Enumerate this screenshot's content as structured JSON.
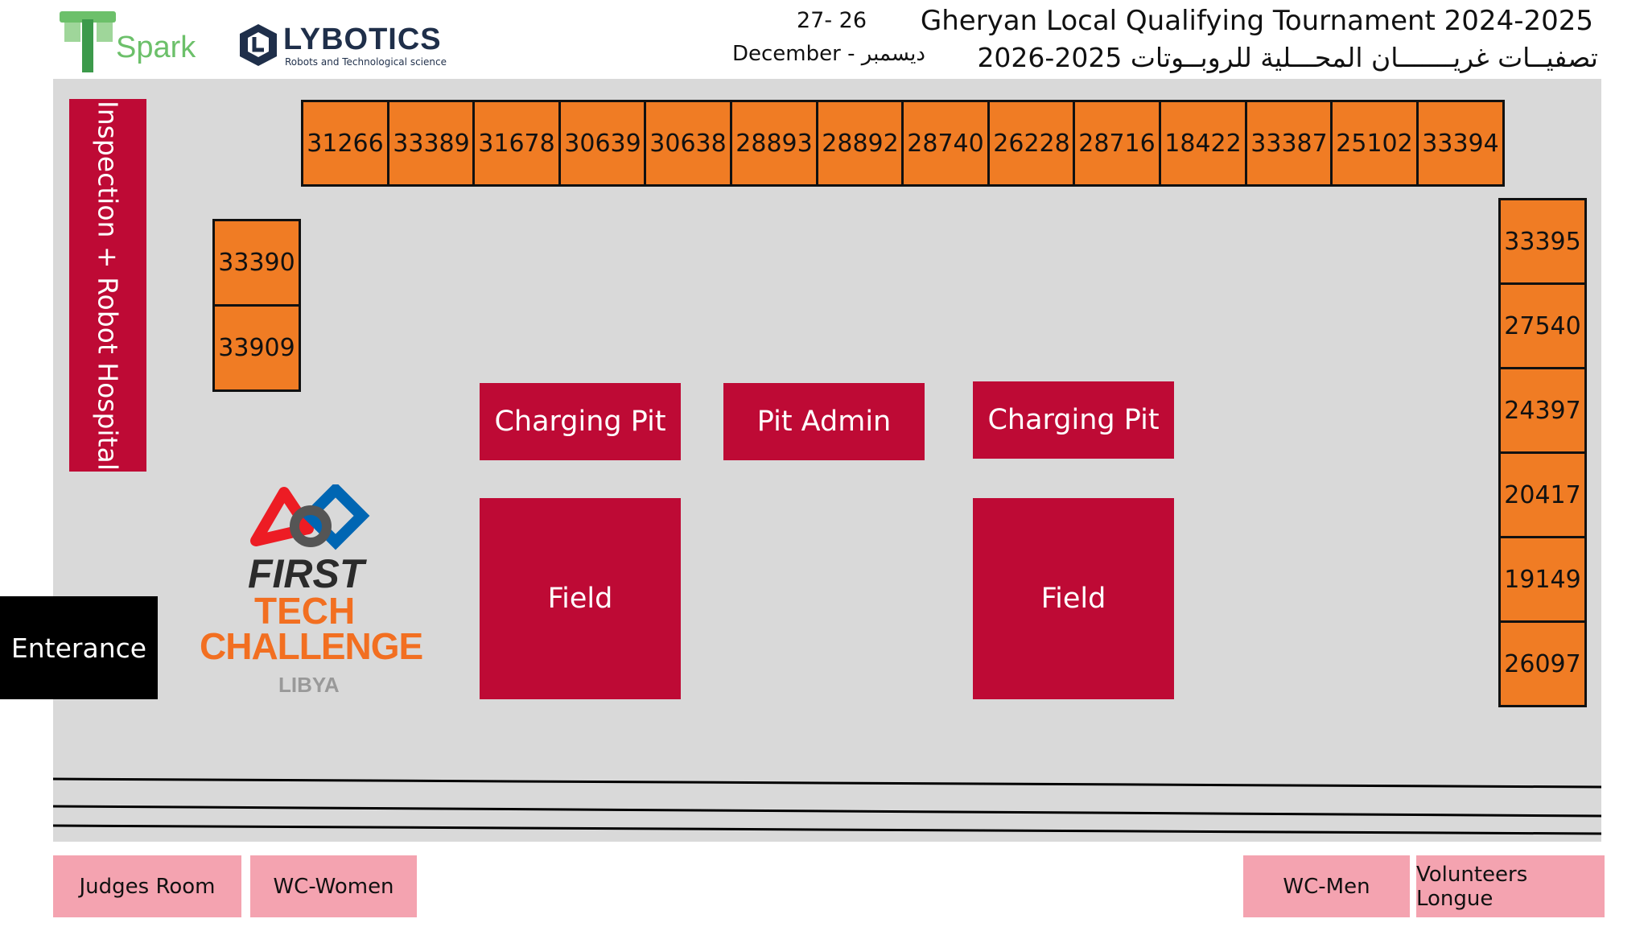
{
  "header": {
    "spark_label": "Spark",
    "lybotics_name": "LYBOTICS",
    "lybotics_tagline": "Robots and Technological science",
    "date_days": "27- 26",
    "date_month": "December - ديسمبر",
    "title_en": "Gheryan Local  Qualifying Tournament 2024-2025",
    "title_ar": "تصفيــات غريـــــــان المحـــلية للروبــوتات 2025-2026"
  },
  "top_row_teams": [
    "31266",
    "33389",
    "31678",
    "30639",
    "30638",
    "28893",
    "28892",
    "28740",
    "26228",
    "28716",
    "18422",
    "33387",
    "25102",
    "33394"
  ],
  "left_teams": [
    "33390",
    "33909"
  ],
  "right_teams": [
    "33395",
    "27540",
    "24397",
    "20417",
    "19149",
    "26097"
  ],
  "areas": {
    "inspection": "Inspection + Robot Hospital",
    "charging_pit_left": "Charging Pit",
    "pit_admin": "Pit Admin",
    "charging_pit_right": "Charging Pit",
    "field_left": "Field",
    "field_right": "Field",
    "entrance": "Enterance"
  },
  "ftc_logo": {
    "line1": "FIRST",
    "line2": "TECH",
    "line3": "CHALLENGE",
    "line4": "LIBYA"
  },
  "rooms": {
    "judges": "Judges Room",
    "wc_women": "WC-Women",
    "wc_men": "WC-Men",
    "volunteers": "Volunteers Longue"
  },
  "colors": {
    "booth": "#f07c24",
    "area_red": "#be0a35",
    "room_pink": "#f4a3b0",
    "floor": "#d9d9d9",
    "spark_green": "#6cc06a",
    "lybotics_navy": "#1f2f4a",
    "ftc_orange": "#f26f21",
    "ftc_red": "#ed1c24",
    "ftc_blue": "#0066b3"
  }
}
